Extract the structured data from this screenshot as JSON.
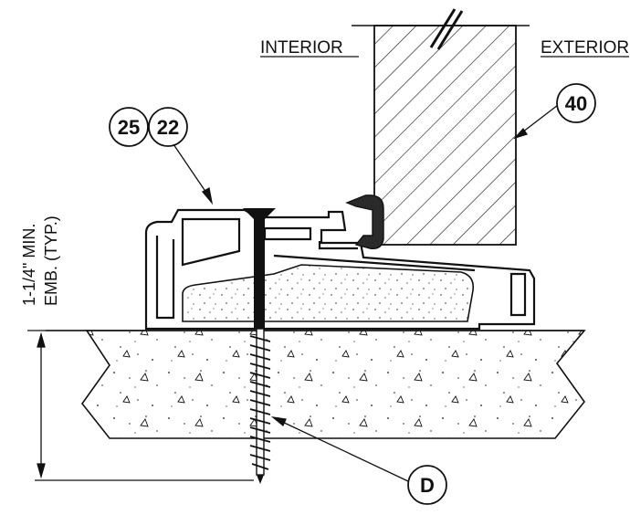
{
  "labels": {
    "interior": "INTERIOR",
    "exterior": "EXTERIOR",
    "embed_line1": "1-1/4\" MIN.",
    "embed_line2": "EMB. (TYP.)"
  },
  "callouts": {
    "c25": "25",
    "c22": "22",
    "c40": "40",
    "cD": "D"
  }
}
